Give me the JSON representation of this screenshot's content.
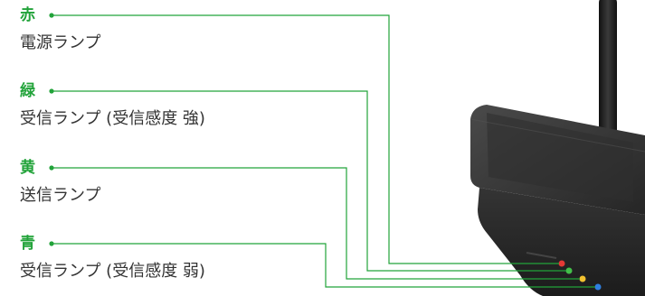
{
  "labels": [
    {
      "color_name": "赤",
      "description": "電源ランプ"
    },
    {
      "color_name": "緑",
      "description": "受信ランプ (受信感度 強)"
    },
    {
      "color_name": "黄",
      "description": "送信ランプ"
    },
    {
      "color_name": "青",
      "description": "受信ランプ (受信感度 弱)"
    }
  ],
  "colors": {
    "accent": "#22a33a",
    "text": "#333333",
    "device_body": "#2b2b2b",
    "led_red": "#e53935",
    "led_green": "#43c04a",
    "led_yellow": "#f2c230",
    "led_blue": "#2f7fe0"
  }
}
